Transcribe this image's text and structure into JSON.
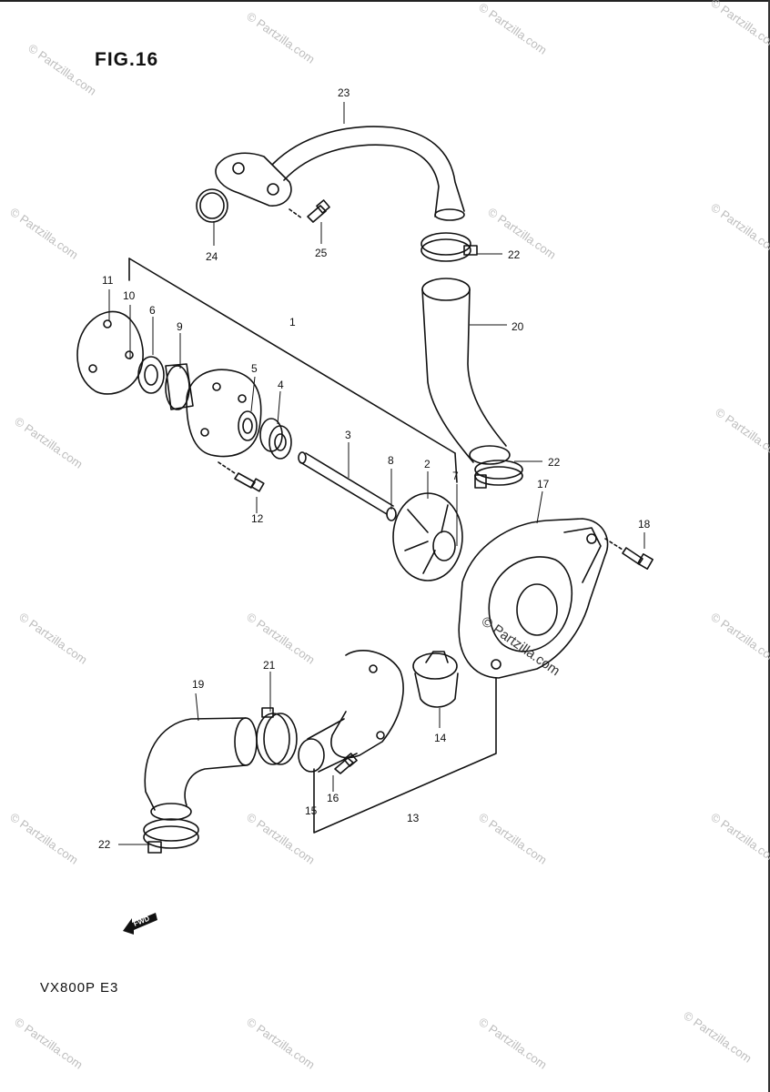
{
  "figure": {
    "title": "FIG.16",
    "model_code": "VX800P  E3",
    "fwd_label": "FWD"
  },
  "callouts": [
    "1",
    "2",
    "3",
    "4",
    "5",
    "6",
    "7",
    "8",
    "9",
    "10",
    "11",
    "12",
    "13",
    "14",
    "15",
    "16",
    "17",
    "18",
    "19",
    "20",
    "21",
    "22",
    "23",
    "24",
    "25"
  ],
  "callout_22_repeat": "22",
  "watermark": {
    "brand": "© Partzilla.com",
    "center_brand": "© Partzilla.com"
  },
  "colors": {
    "ink": "#111111",
    "paper": "#ffffff",
    "watermark": "#bdbdbd"
  }
}
